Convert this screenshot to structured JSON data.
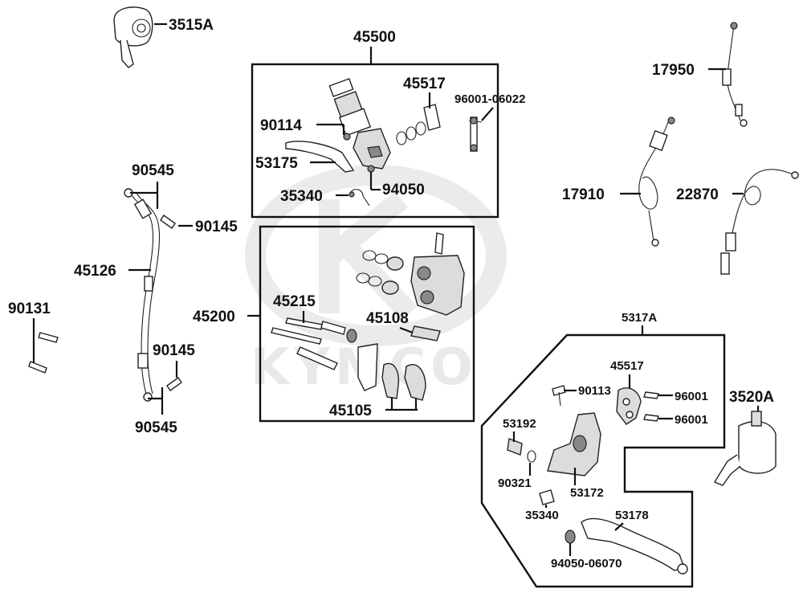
{
  "watermark": {
    "text": "KYMCO"
  },
  "groups": {
    "master_cylinder": "45500",
    "caliper": "45200",
    "left_lever_assy": "5317A",
    "pad_set": "45105"
  },
  "labels": {
    "l3515A": "3515A",
    "l45500": "45500",
    "l45517a": "45517",
    "l96001_06022": "96001-06022",
    "l90114": "90114",
    "l53175": "53175",
    "l94050": "94050",
    "l35340a": "35340",
    "l17950": "17950",
    "l17910": "17910",
    "l22870": "22870",
    "l90545a": "90545",
    "l90145a": "90145",
    "l45126": "45126",
    "l90131": "90131",
    "l45200": "45200",
    "l45215": "45215",
    "l45108": "45108",
    "l45105": "45105",
    "l90145b": "90145",
    "l90545b": "90545",
    "l5317A": "5317A",
    "l45517b": "45517",
    "l90113": "90113",
    "l96001a": "96001",
    "l96001b": "96001",
    "l3520A": "3520A",
    "l53192": "53192",
    "l90321": "90321",
    "l53172": "53172",
    "l35340b": "35340",
    "l53178": "53178",
    "l94050_06070": "94050-06070"
  }
}
